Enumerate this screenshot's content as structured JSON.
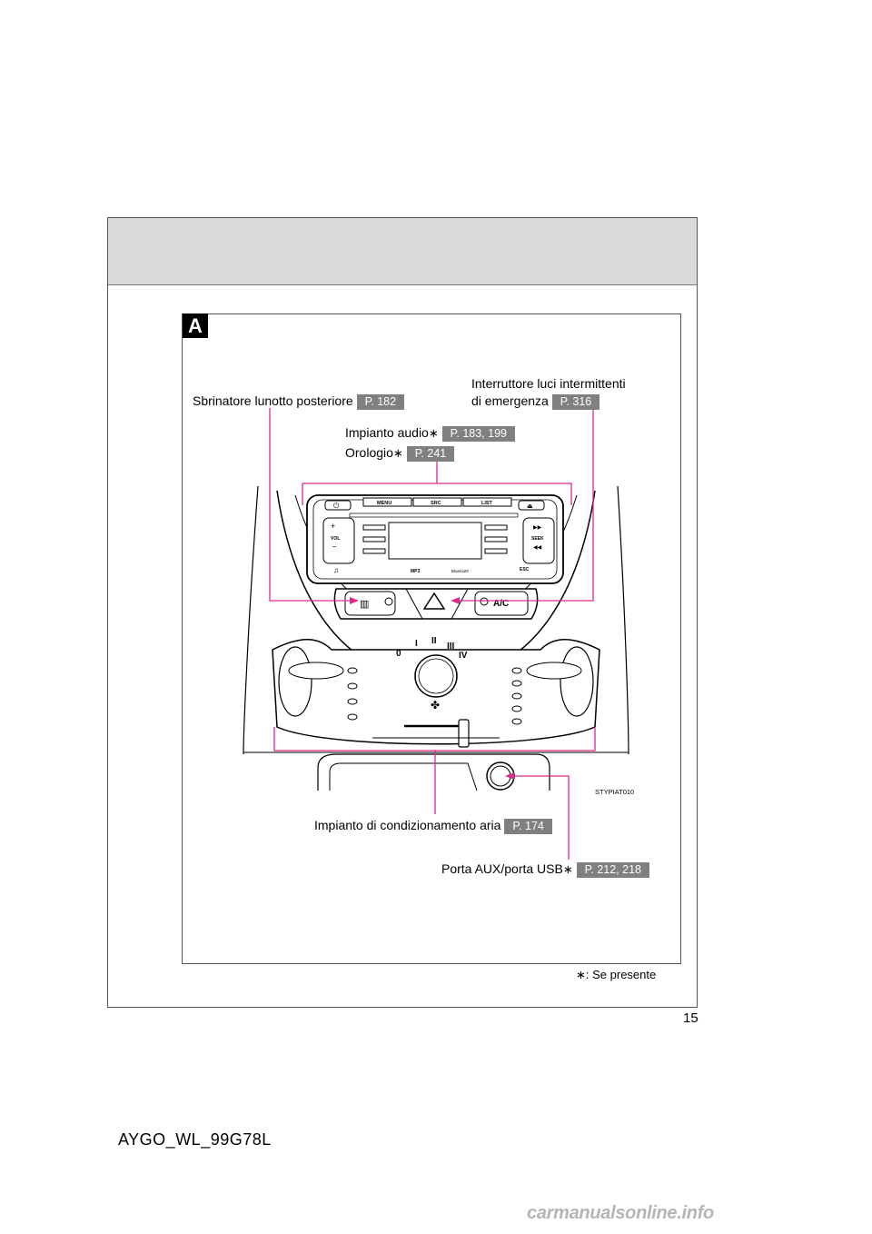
{
  "page": {
    "section_tag": "A",
    "page_number": "15",
    "doc_code": "AYGO_WL_99G78L",
    "watermark": "carmanualsonline.info",
    "footnote": "∗: Se presente"
  },
  "callouts": {
    "defroster": {
      "label": "Sbrinatore lunotto posteriore",
      "ref": "P. 182"
    },
    "hazard": {
      "label_line1": "Interruttore luci intermittenti",
      "label_line2": "di emergenza",
      "ref": "P. 316"
    },
    "audio": {
      "label": "Impianto audio",
      "star": "∗",
      "ref": "P. 183, 199"
    },
    "clock": {
      "label": "Orologio",
      "star": "∗",
      "ref": "P. 241"
    },
    "aircon": {
      "label": "Impianto di condizionamento aria",
      "ref": "P. 174"
    },
    "aux_usb": {
      "label": "Porta AUX/porta USB",
      "star": "∗",
      "ref": "P. 212, 218"
    }
  },
  "illustration": {
    "code": "STYPIAT010",
    "radio_buttons": {
      "menu": "MENU",
      "src": "SRC",
      "list": "LIST",
      "vol": "VOL",
      "seek": "SEEK",
      "esc": "ESC",
      "mp3": "MP3",
      "bluetooth": "Bluetooth",
      "plus": "+",
      "minus": "–"
    },
    "ac_label": "A/C",
    "fan_speeds": [
      "0",
      "I",
      "II",
      "III",
      "IV"
    ]
  },
  "colors": {
    "leader_line": "#e0298f",
    "ref_badge": "#808080",
    "header_band": "#d9d9d9"
  }
}
